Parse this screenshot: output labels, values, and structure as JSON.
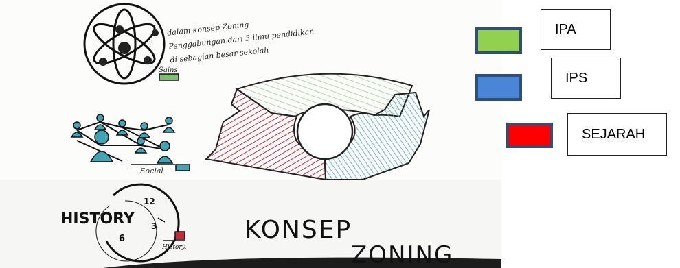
{
  "sketch": {
    "annotation_lines": [
      "dalam konsep Zoning",
      "Penggabungan dari 3 ilmu pendidikan",
      "di sebagian besar sekolah"
    ],
    "labels": {
      "sains": "Sains",
      "social": "Social",
      "history_word": "HISTORY",
      "history_caption": "History."
    },
    "clock_numbers": [
      "12",
      "3",
      "6"
    ],
    "title_line1": "KONSEP",
    "title_line2": "ZONING"
  },
  "legend": {
    "items": [
      {
        "label": "IPA",
        "color": "#92d050"
      },
      {
        "label": "IPS",
        "color": "#4a86d6"
      },
      {
        "label": "SEJARAH",
        "color": "#ff0000"
      }
    ],
    "border_color": "#2e4e7e"
  },
  "zone_colors": {
    "sains": "#7dbf6e",
    "social": "#3fa5b5",
    "history": "#c8283c",
    "top_hatch": "#9cc89a",
    "left_hatch": "#c8283c",
    "right_hatch": "#4aa8b8"
  }
}
